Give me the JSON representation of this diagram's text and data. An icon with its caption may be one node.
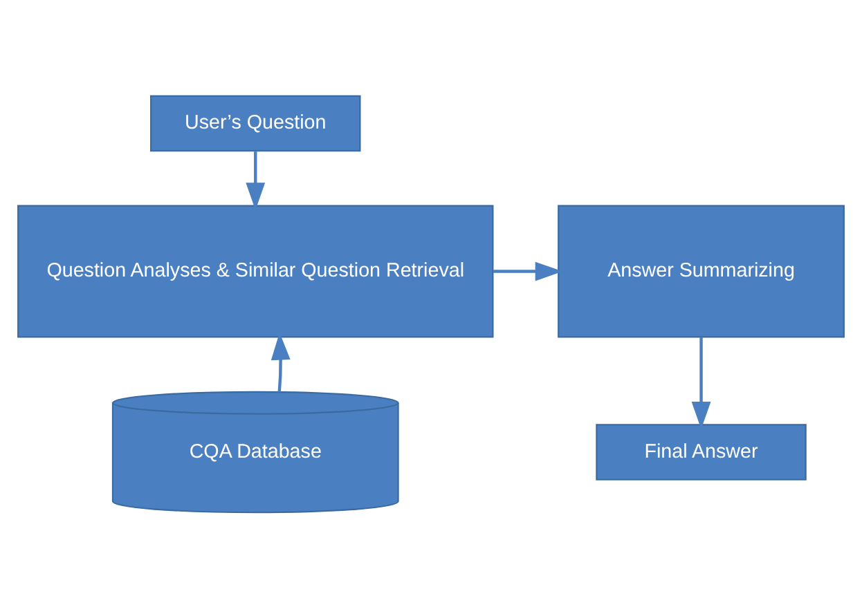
{
  "diagram": {
    "nodes": [
      {
        "text": [
          "User’s Question"
        ]
      },
      {
        "text": [
          "Question Analyses & Similar Question Retrieval"
        ]
      },
      {
        "text": [
          "Answer Summarizing"
        ]
      },
      {
        "text": [
          "Final Answer"
        ]
      },
      {
        "text": [
          "CQA Database"
        ]
      }
    ],
    "edges": [
      {
        "from": 0,
        "to": 1,
        "arrow": "to"
      },
      {
        "from": 4,
        "to": 1,
        "arrow": "to"
      },
      {
        "from": 1,
        "to": 2,
        "arrow": "to"
      },
      {
        "from": 2,
        "to": 3,
        "arrow": "to"
      }
    ]
  }
}
